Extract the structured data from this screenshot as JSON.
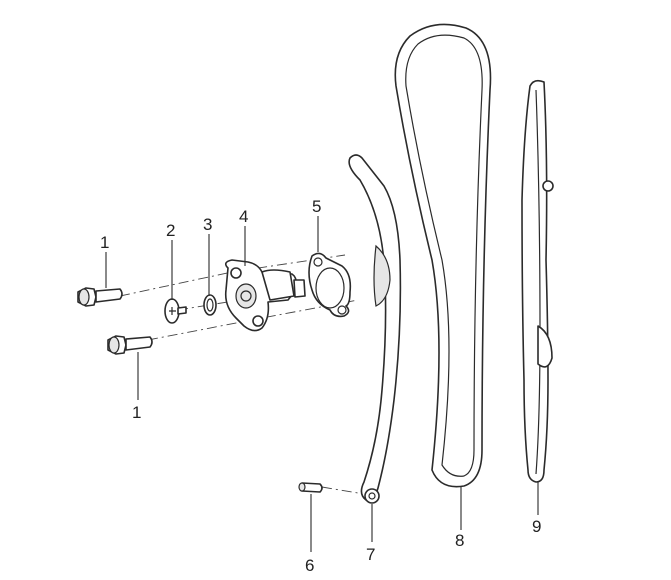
{
  "callouts": {
    "bolt_upper": "1",
    "bolt_lower": "1",
    "washer": "2",
    "o_ring": "3",
    "tensioner": "4",
    "gasket": "5",
    "pin": "6",
    "tensioner_rail": "7",
    "timing_chain": "8",
    "guide_rail": "9"
  }
}
